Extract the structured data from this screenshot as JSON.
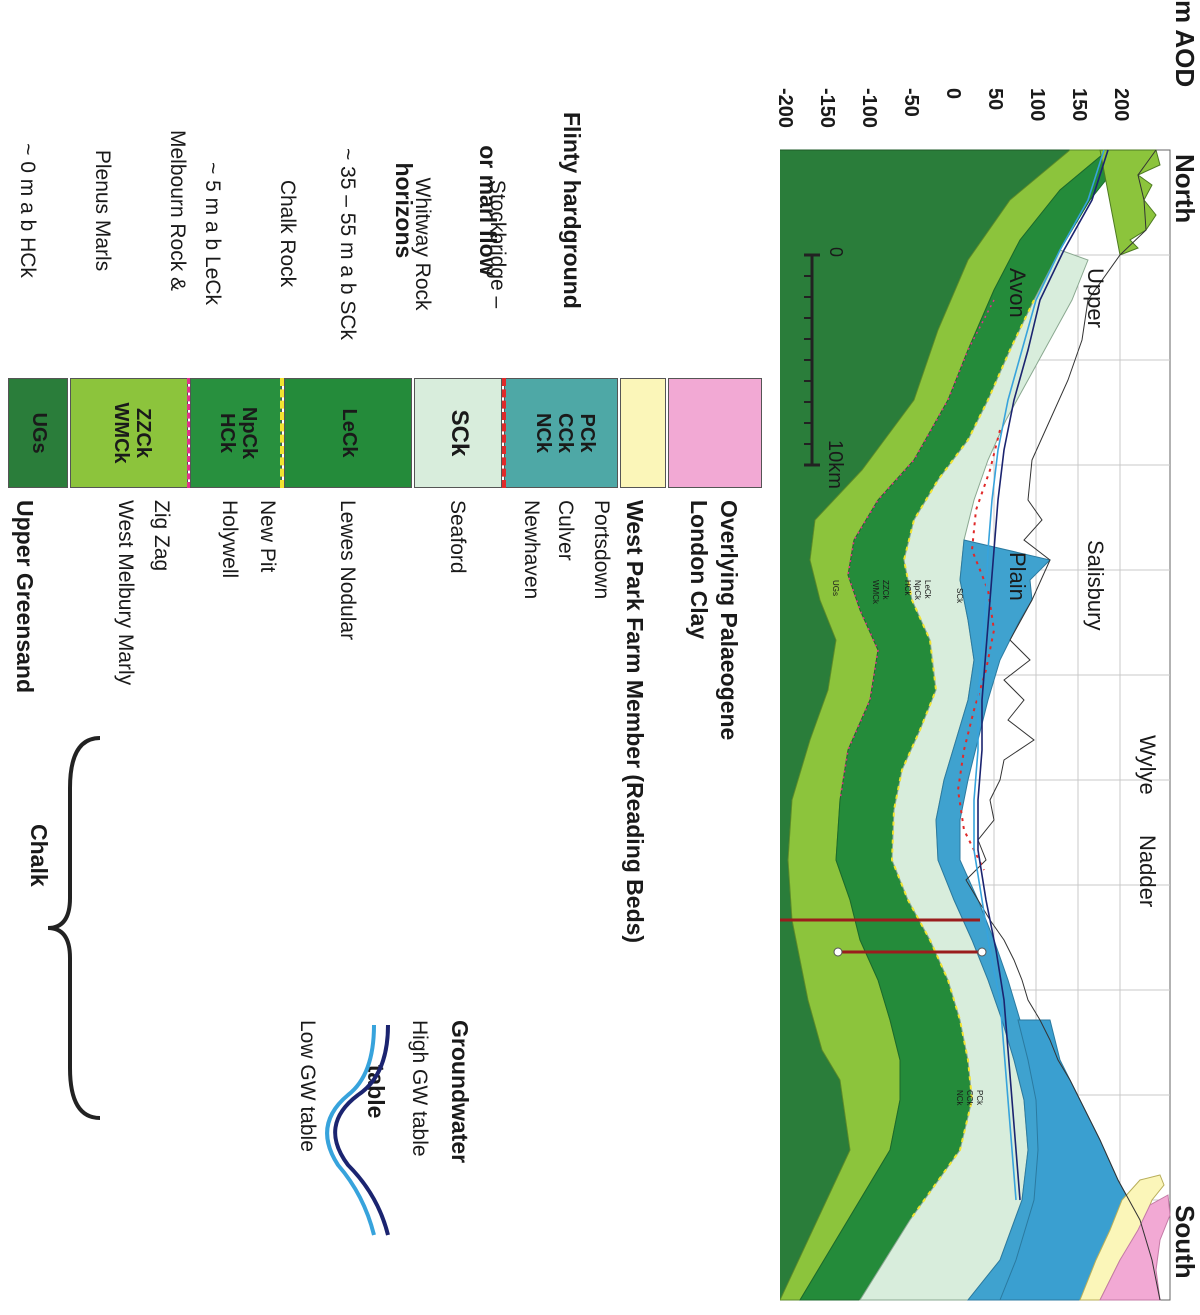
{
  "axis": {
    "title": "m AOD",
    "ticks": [
      "200",
      "150",
      "100",
      "50",
      "0",
      "-50",
      "-100",
      "-150",
      "-200"
    ]
  },
  "direction": {
    "north": "North",
    "south": "South"
  },
  "places": [
    {
      "line1": "Upper",
      "line2": "Avon"
    },
    {
      "line1": "Salisbury",
      "line2": "Plain"
    },
    {
      "line1": "Wylye",
      "line2": ""
    },
    {
      "line1": "Nadder",
      "line2": ""
    }
  ],
  "scale_bar": {
    "start": "0",
    "end": "10km"
  },
  "section_labels": {
    "pck": "PCk",
    "cck": "CCk",
    "nck": "NCk",
    "sck": "SCk",
    "leck": "LeCk",
    "npck": "NpCk",
    "hck": "HCk",
    "zzck": "ZZCk",
    "wmck": "WMCk",
    "ugs": "UGs"
  },
  "flint_heading": {
    "line1": "Flinty hardground",
    "line2": "or marl flow",
    "line3": "horizons"
  },
  "horizons": [
    {
      "line1": "Stockbridge –",
      "line2": "Whitway Rock",
      "line3": "~ 35 – 55 m a b SCk",
      "color": "#e02a2a"
    },
    {
      "line1": "Chalk Rock",
      "line2": "~ 5 m a b LeCk",
      "line3": "",
      "color": "#f2e431"
    },
    {
      "line1": "Melbourn Rock &",
      "line2": "Plenus Marls",
      "line3": "~ 0 m a b HCk",
      "color": "#e0338a"
    }
  ],
  "column": [
    {
      "code": [
        "PCk",
        "CCk",
        "NCk"
      ],
      "color": "#4ea8a6"
    },
    {
      "code": [
        "SCk"
      ],
      "color": "#d8eddc"
    },
    {
      "code": [
        "LeCk"
      ],
      "color": "#248b3a"
    },
    {
      "code": [
        "NpCk",
        "HCk"
      ],
      "color": "#28903e"
    },
    {
      "code": [
        "ZZCk",
        "WMCk"
      ],
      "color": "#8cc43c"
    },
    {
      "code": [
        "UGs"
      ],
      "color": "#2a7d3a"
    }
  ],
  "units": {
    "overlying": "Overlying Palaeogene",
    "london_clay": "London Clay",
    "west_park": "West Park Farm Member (Reading Beds)",
    "portsdown": "Portsdown",
    "culver": "Culver",
    "newhaven": "Newhaven",
    "seaford": "Seaford",
    "lewes": "Lewes Nodular",
    "new_pit": "New Pit",
    "holywell": "Holywell",
    "zig_zag": "Zig Zag",
    "west_melbury": "West Melbury Marly",
    "upper_greensand": "Upper Greensand",
    "chalk": "Chalk"
  },
  "groundwater": {
    "title1": "Groundwater",
    "title2": "table",
    "high": "High GW table",
    "low": "Low GW table"
  },
  "colors": {
    "palaeogene": "#f2a9d4",
    "reading_beds": "#fbf6b9",
    "pck_group": "#4ea8a6",
    "seaford": "#d8eddc",
    "lewes": "#248b3a",
    "newpit_holywell": "#28903e",
    "zigzag": "#8cc43c",
    "ugs": "#2a7d3a",
    "high_gw": "#1b2470",
    "low_gw": "#37a3dc"
  }
}
